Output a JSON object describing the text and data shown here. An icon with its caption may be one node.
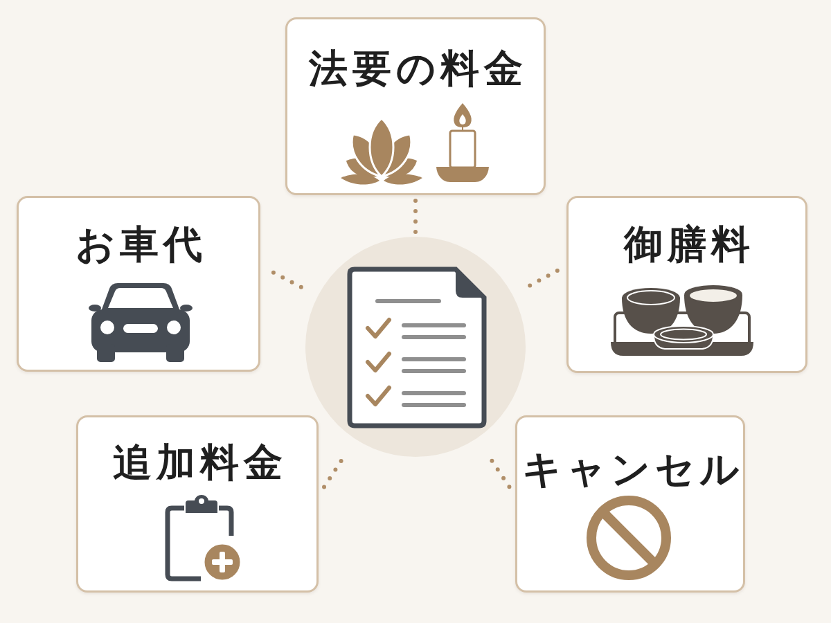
{
  "diagram": {
    "nodes": [
      {
        "text": [],
        "shape": "circle"
      },
      {
        "text": [
          "法要の料金"
        ]
      },
      {
        "text": [
          "お車代"
        ]
      },
      {
        "text": [
          "御膳料"
        ]
      },
      {
        "text": [
          "追加料金"
        ]
      },
      {
        "text": [
          "キャンセル"
        ]
      }
    ],
    "edges": [
      {
        "from": 0,
        "to": 1,
        "arrow": "none"
      },
      {
        "from": 0,
        "to": 2,
        "arrow": "none"
      },
      {
        "from": 0,
        "to": 3,
        "arrow": "none"
      },
      {
        "from": 0,
        "to": 4,
        "arrow": "none"
      },
      {
        "from": 0,
        "to": 5,
        "arrow": "none"
      }
    ]
  }
}
